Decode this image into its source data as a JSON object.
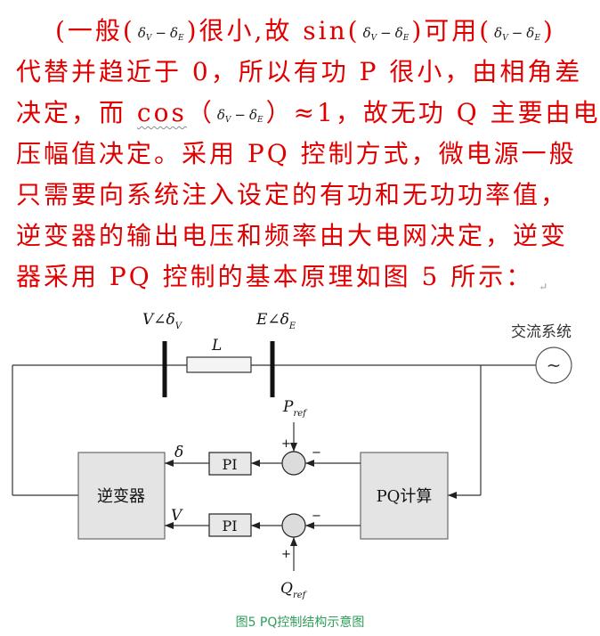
{
  "paragraph": {
    "line1": {
      "a": "(一般(",
      "b": ")很小,故 sin(",
      "c": ")可用(",
      "d": ")"
    },
    "line2": "代替并趋近于 0，所以有功 P 很小，由相角差",
    "line3": {
      "a": "决定，而 ",
      "cos": "cos",
      "b": "（",
      "c": "）≈1，故无功 Q 主要由电"
    },
    "line4": "压幅值决定。采用 PQ 控制方式，微电源一般",
    "line5": "只需要向系统注入设定的有功和无功功率值，",
    "line6": "逆变器的输出电压和频率由大电网决定，逆变",
    "line7": "器采用 PQ 控制的基本原理如图 5 所示：",
    "paragraph_mark": "↵"
  },
  "formula": {
    "delta": "δ",
    "sub_v": "V",
    "minus": "−",
    "sub_e": "E"
  },
  "diagram": {
    "inverter_voltage": {
      "main": "V∠δ",
      "sub": "V"
    },
    "grid_voltage": {
      "main": "E∠δ",
      "sub": "E"
    },
    "inductor": "L",
    "ac_system": "交流系统",
    "ac_source_symbol": "~",
    "p_ref": {
      "main": "P",
      "sub": "ref"
    },
    "q_ref": {
      "main": "Q",
      "sub": "ref"
    },
    "delta_signal": "δ",
    "voltage_signal": "V",
    "pi_top": "PI",
    "pi_bottom": "PI",
    "inverter_block": "逆变器",
    "pq_block": "PQ计算",
    "sign_plus": "+",
    "sign_minus": "−"
  },
  "caption": "图5 PQ控制结构示意图",
  "colors": {
    "body_text": "#e00000",
    "formula_text": "#1a1a1a",
    "caption": "#2e9d5a",
    "block_fill": "#e4e4e4"
  }
}
